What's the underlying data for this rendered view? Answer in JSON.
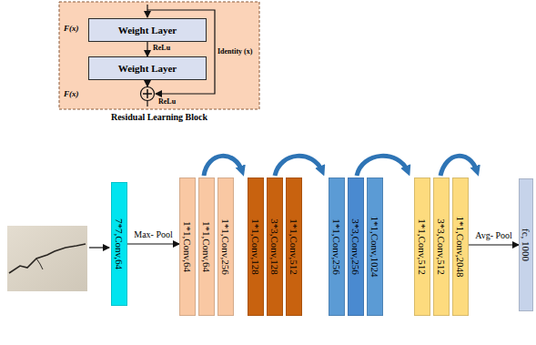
{
  "diagram": {
    "nodes": [
      {
        "text": [
          "Residual Learning Block"
        ]
      },
      {
        "text": [
          "Weight Layer"
        ],
        "in": 0
      },
      {
        "text": [
          "Weight Layer"
        ],
        "in": 0
      },
      {
        "text": [
          "7*7,Conv,64"
        ]
      },
      {
        "text": [
          "1*1,Conv,64"
        ]
      },
      {
        "text": [
          "1*1,Conv,64"
        ]
      },
      {
        "text": [
          "1*1,Conv,256"
        ]
      },
      {
        "text": [
          "1*1,Conv,128"
        ]
      },
      {
        "text": [
          "3*3,Conv,128"
        ]
      },
      {
        "text": [
          "1*1,Conv,512"
        ]
      },
      {
        "text": [
          "1*1,Conv,256"
        ]
      },
      {
        "text": [
          "3*3,Conv,256"
        ]
      },
      {
        "text": [
          "1*1,Conv,1024"
        ]
      },
      {
        "text": [
          "1*1,Conv,512"
        ]
      },
      {
        "text": [
          "3*3,Conv,512"
        ]
      },
      {
        "text": [
          "1*1,Conv,2048"
        ]
      },
      {
        "text": [
          "fc, 1000"
        ]
      }
    ],
    "edges": [
      {
        "from": 1,
        "to": 2,
        "arrow": "to"
      },
      {
        "from": 3,
        "to": 4,
        "label": "Max- Pool",
        "arrow": "to"
      },
      {
        "from": 15,
        "to": 16,
        "label": "Avg- Pool",
        "arrow": "to"
      }
    ],
    "labels": [
      "F(x)",
      "ReLu",
      "Identity (x)",
      "F(x)",
      "ReLu"
    ]
  }
}
